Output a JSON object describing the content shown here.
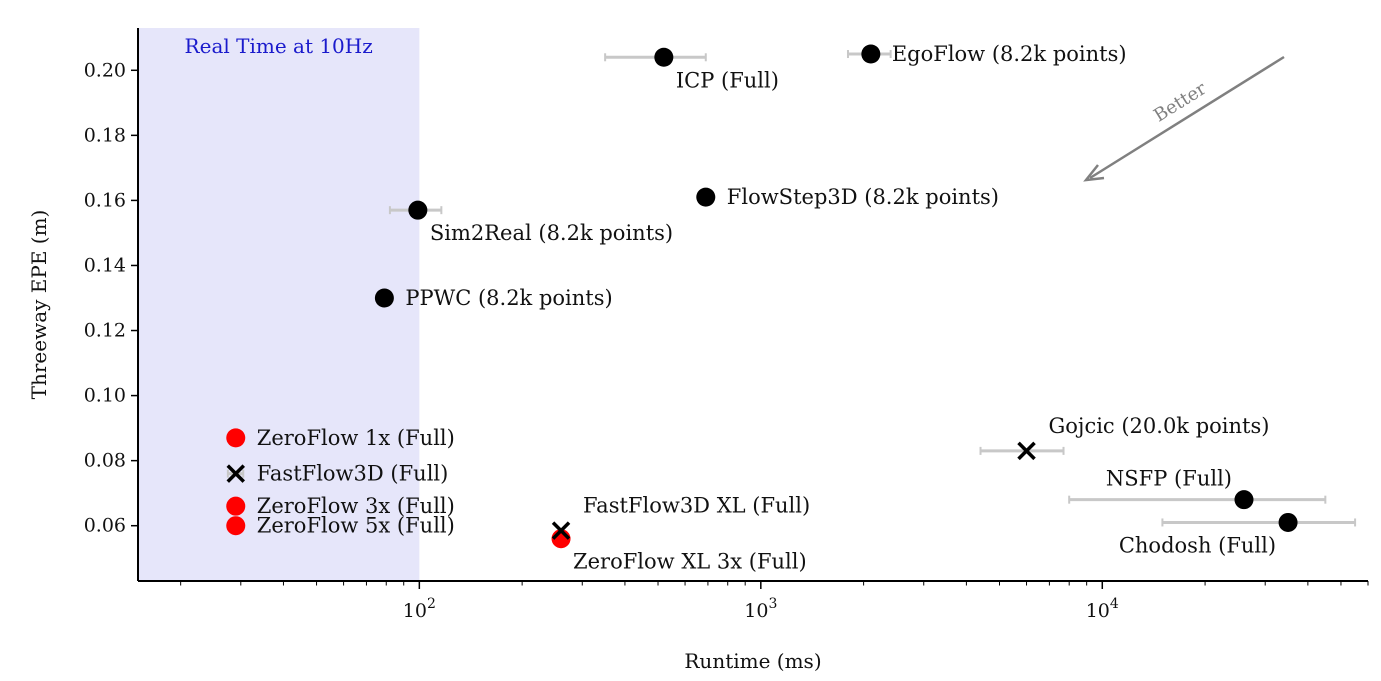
{
  "chart_data": {
    "type": "scatter",
    "title": "",
    "xlabel": "Runtime (ms)",
    "ylabel": "Threeway EPE (m)",
    "xscale": "log",
    "xlim": [
      15,
      60000
    ],
    "ylim": [
      0.043,
      0.213
    ],
    "x_ticks": [
      {
        "value": 100,
        "base": "10",
        "exp": "2"
      },
      {
        "value": 1000,
        "base": "10",
        "exp": "3"
      },
      {
        "value": 10000,
        "base": "10",
        "exp": "4"
      }
    ],
    "y_ticks": [
      "0.06",
      "0.08",
      "0.10",
      "0.12",
      "0.14",
      "0.16",
      "0.18",
      "0.20"
    ],
    "grid": false,
    "realtime_region": {
      "label": "Real Time at 10Hz",
      "x_max": 100,
      "color": "#e6e6fa",
      "label_color": "#1a1acc"
    },
    "better_annotation": {
      "label": "Better",
      "color": "#808080"
    },
    "colors": {
      "ours": "#ff0000",
      "other": "#000000",
      "errorbar": "#c8c8c8"
    },
    "points": [
      {
        "label": "EgoFlow (8.2k points)",
        "x": 2100,
        "y": 0.205,
        "xerr": [
          1800,
          2400
        ],
        "marker": "circle",
        "color": "#000000",
        "label_pos": "right"
      },
      {
        "label": "ICP (Full)",
        "x": 520,
        "y": 0.204,
        "xerr": [
          350,
          690
        ],
        "marker": "circle",
        "color": "#000000",
        "label_pos": "below-right"
      },
      {
        "label": "FlowStep3D (8.2k points)",
        "x": 690,
        "y": 0.161,
        "xerr": null,
        "marker": "circle",
        "color": "#000000",
        "label_pos": "right"
      },
      {
        "label": "Sim2Real (8.2k points)",
        "x": 99,
        "y": 0.157,
        "xerr": [
          82,
          116
        ],
        "marker": "circle",
        "color": "#000000",
        "label_pos": "below-right"
      },
      {
        "label": "PPWC (8.2k points)",
        "x": 79,
        "y": 0.13,
        "xerr": null,
        "marker": "circle",
        "color": "#000000",
        "label_pos": "right"
      },
      {
        "label": "ZeroFlow 1x (Full)",
        "x": 29,
        "y": 0.087,
        "xerr": [
          27.5,
          30.5
        ],
        "marker": "circle",
        "color": "#ff0000",
        "label_pos": "right"
      },
      {
        "label": "FastFlow3D (Full)",
        "x": 29,
        "y": 0.076,
        "xerr": [
          27.5,
          30.5
        ],
        "marker": "x",
        "color": "#000000",
        "label_pos": "right"
      },
      {
        "label": "ZeroFlow 3x (Full)",
        "x": 29,
        "y": 0.066,
        "xerr": [
          27.5,
          30.5
        ],
        "marker": "circle",
        "color": "#ff0000",
        "label_pos": "right"
      },
      {
        "label": "ZeroFlow 5x (Full)",
        "x": 29,
        "y": 0.06,
        "xerr": [
          27.5,
          30.5
        ],
        "marker": "circle",
        "color": "#ff0000",
        "label_pos": "right"
      },
      {
        "label": "ZeroFlow XL 3x (Full)",
        "x": 260,
        "y": 0.056,
        "xerr": null,
        "marker": "circle",
        "color": "#ff0000",
        "label_pos": "below-right"
      },
      {
        "label": "FastFlow3D XL (Full)",
        "x": 260,
        "y": 0.0585,
        "xerr": null,
        "marker": "x",
        "color": "#000000",
        "label_pos": "above-right"
      },
      {
        "label": "Gojcic (20.0k points)",
        "x": 6000,
        "y": 0.083,
        "xerr": [
          4400,
          7700
        ],
        "marker": "x",
        "color": "#000000",
        "label_pos": "above-right"
      },
      {
        "label": "NSFP (Full)",
        "x": 26000,
        "y": 0.068,
        "xerr": [
          8000,
          45000
        ],
        "marker": "circle",
        "color": "#000000",
        "label_pos": "above-left"
      },
      {
        "label": "Chodosh (Full)",
        "x": 35000,
        "y": 0.061,
        "xerr": [
          15000,
          55000
        ],
        "marker": "circle",
        "color": "#000000",
        "label_pos": "below-left"
      }
    ]
  }
}
